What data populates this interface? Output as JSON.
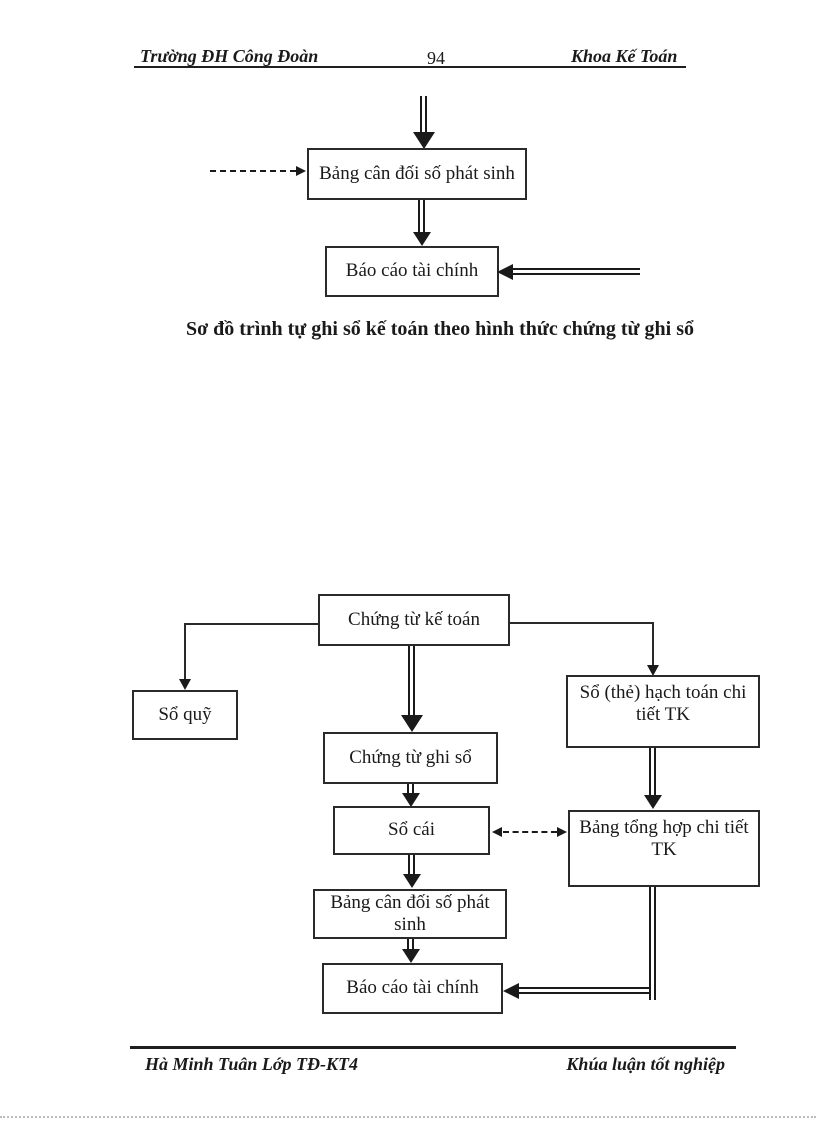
{
  "header": {
    "school": "Trường ĐH Công Đoàn",
    "page_number": "94",
    "faculty": "Khoa Kế Toán"
  },
  "diagram1": {
    "caption": "Sơ đồ trình tự ghi sổ kế toán theo hình thức chứng từ ghi sổ",
    "nodes": {
      "bang_can_doi_so_phat_sinh": "Bảng cân đối số phát sinh",
      "bao_cao_tai_chinh": "Báo cáo tài chính"
    }
  },
  "diagram2": {
    "nodes": {
      "chung_tu_ke_toan": "Chứng từ kế toán",
      "so_quy": "Sổ quỹ",
      "so_the_hach_toan_chi_tiet_tk": "Sổ (thẻ) hạch toán chi tiết TK",
      "chung_tu_ghi_so": "Chứng từ ghi sổ",
      "so_cai": "Sổ cái",
      "bang_tong_hop_chi_tiet_tk": "Bảng tổng hợp chi tiết TK",
      "bang_can_doi_so_phat_sinh": "Bảng cân đối số phát sinh",
      "bao_cao_tai_chinh": "Báo cáo tài chính"
    }
  },
  "footer": {
    "author_class": "Hà Minh Tuân Lớp TĐ-KT4",
    "document_type": "Khúa luận tốt nghiệp"
  },
  "colors": {
    "ink": "#1a1a1a",
    "line": "#2a2a2a",
    "background": "#ffffff",
    "faint_dots": "#bcbcbc"
  }
}
